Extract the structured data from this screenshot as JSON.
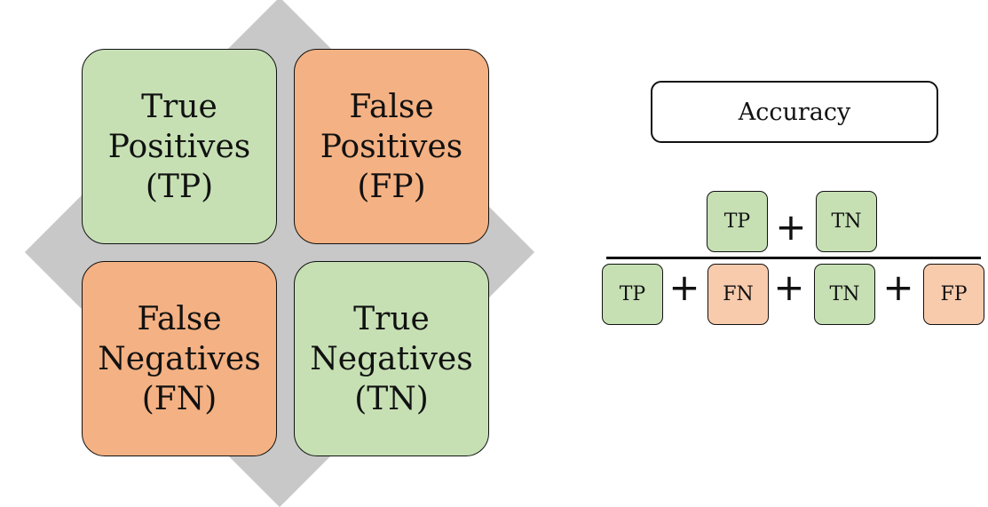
{
  "matrix": {
    "cells": [
      {
        "lines": [
          "True",
          "Positives",
          "(TP)"
        ],
        "color": "#c6e0b4"
      },
      {
        "lines": [
          "False",
          "Positives",
          "(FP)"
        ],
        "color": "#f4b183"
      },
      {
        "lines": [
          "False",
          "Negatives",
          "(FN)"
        ],
        "color": "#f4b183"
      },
      {
        "lines": [
          "True",
          "Negatives",
          "(TN)"
        ],
        "color": "#c6e0b4"
      }
    ],
    "background_color": "#c8c8c8"
  },
  "formula": {
    "title": "Accuracy",
    "numerator": [
      {
        "label": "TP",
        "color": "#c6e0b4"
      },
      {
        "label": "TN",
        "color": "#c6e0b4"
      }
    ],
    "denominator": [
      {
        "label": "TP",
        "color": "#c6e0b4"
      },
      {
        "label": "FN",
        "color": "#f8cbad"
      },
      {
        "label": "TN",
        "color": "#c6e0b4"
      },
      {
        "label": "FP",
        "color": "#f8cbad"
      }
    ],
    "operator": "+"
  }
}
